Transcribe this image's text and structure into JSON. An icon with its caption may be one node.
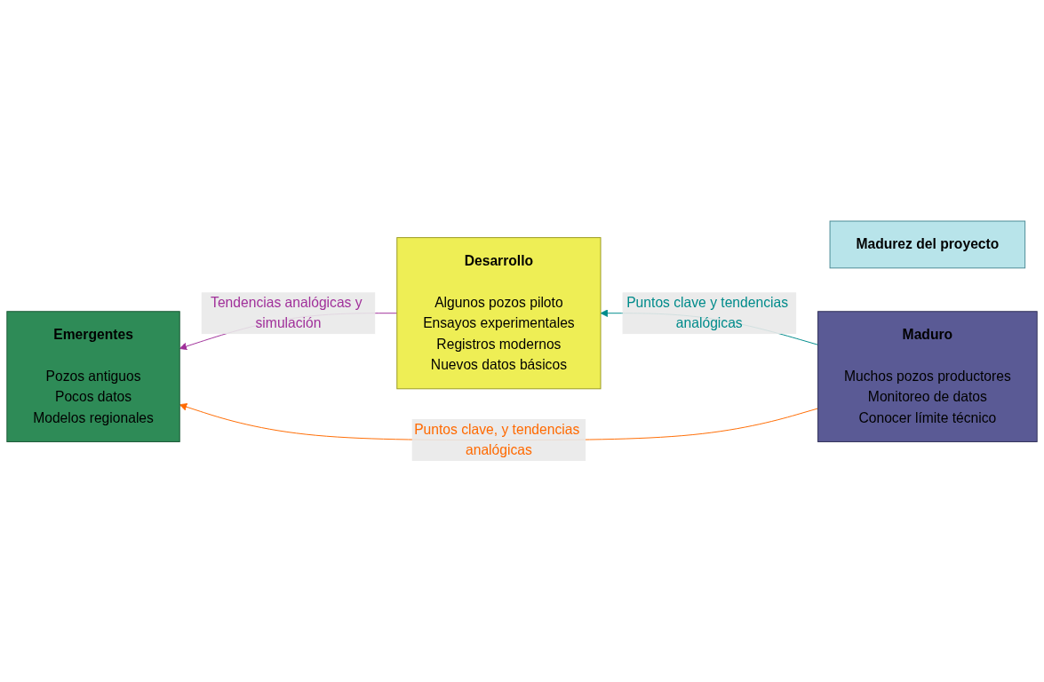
{
  "diagram": {
    "nodes": [
      {
        "text": [
          "Madurez del proyecto"
        ]
      },
      {
        "text": [
          "Emergentes",
          "Pozos antiguos",
          "Pocos datos",
          "Modelos regionales"
        ]
      },
      {
        "text": [
          "Desarrollo",
          "Algunos pozos piloto",
          "Ensayos experimentales",
          "Registros modernos",
          "Nuevos datos básicos"
        ]
      },
      {
        "text": [
          "Maduro",
          "Muchos pozos productores",
          "Monitoreo de datos",
          "Conocer límite técnico"
        ]
      }
    ],
    "edges": [
      {
        "from": 2,
        "to": 1,
        "arrow": "to",
        "label": "Tendencias analógicas y simulación",
        "color": "#a0309a"
      },
      {
        "from": 3,
        "to": 2,
        "arrow": "to",
        "label": "Puntos clave y tendencias analógicas",
        "color": "#008b8b"
      },
      {
        "from": 3,
        "to": 1,
        "arrow": "to",
        "label": "Puntos clave, y tendencias analógicas",
        "color": "#ff6a00"
      }
    ]
  }
}
